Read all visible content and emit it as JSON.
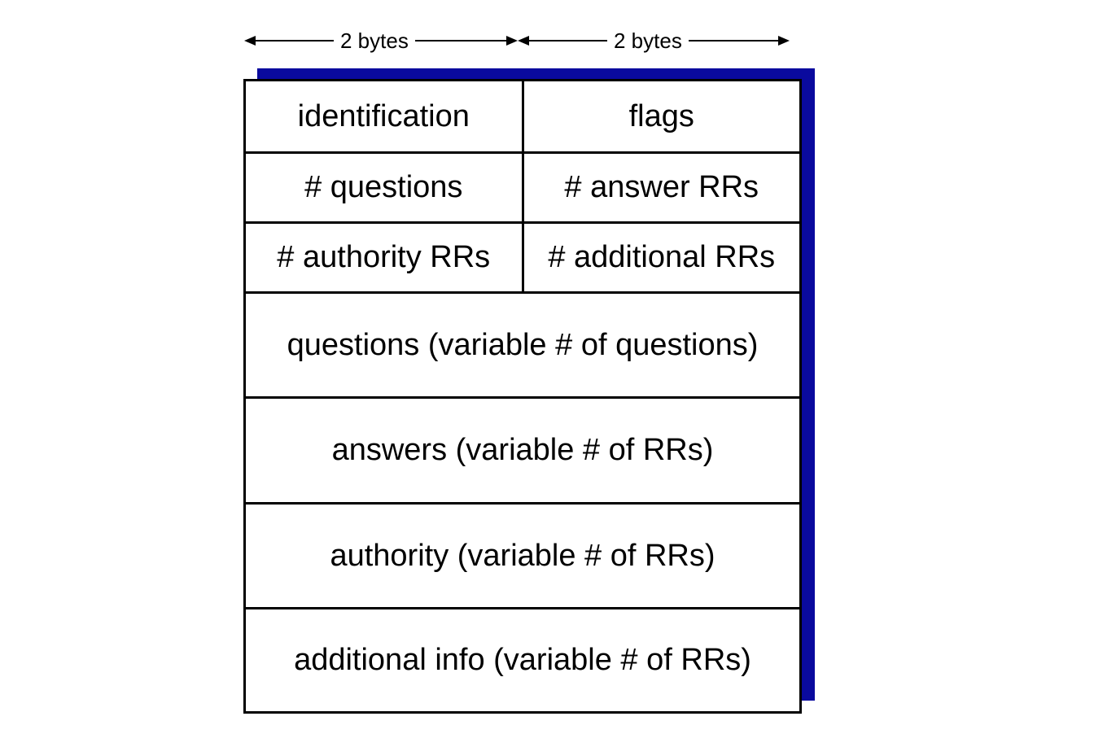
{
  "header": {
    "left_width_label": "2 bytes",
    "right_width_label": "2 bytes"
  },
  "fixed_rows": [
    {
      "left": "identification",
      "right": "flags"
    },
    {
      "left": "# questions",
      "right": "# answer RRs"
    },
    {
      "left": "# authority RRs",
      "right": "# additional RRs"
    }
  ],
  "variable_rows": [
    "questions (variable # of questions)",
    "answers (variable # of RRs)",
    "authority (variable # of RRs)",
    "additional info (variable # of RRs)"
  ],
  "colors": {
    "shadow": "#0A0A9E",
    "border": "#000000",
    "background": "#FFFFFF"
  }
}
